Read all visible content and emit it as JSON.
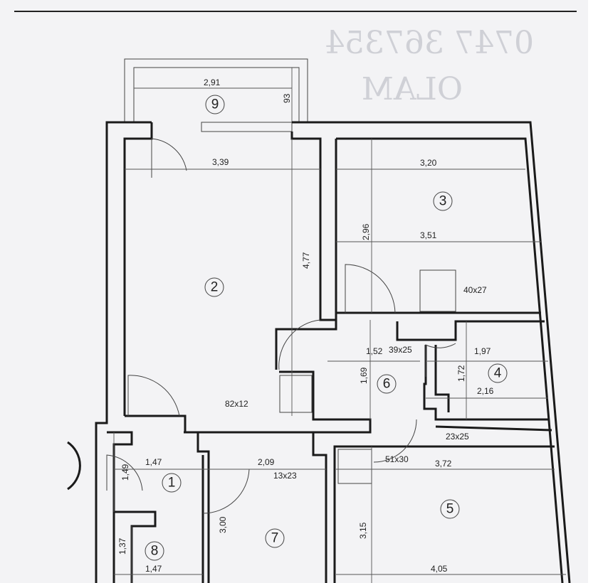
{
  "handwritten_note": {
    "line1": "0747 367354",
    "line2": "OLAM"
  },
  "rooms": [
    "9",
    "3",
    "2",
    "6",
    "4",
    "1",
    "5",
    "7",
    "8"
  ],
  "dimensions": {
    "balcony_width": "2,91",
    "balcony_depth": "93",
    "room2_width": "3,39",
    "room2_length": "4,77",
    "room3_width_top": "3,20",
    "room3_depth": "2,96",
    "room3_width": "3,51",
    "room3_niche": "40x27",
    "room6_width": "1,52",
    "room6_niche": "39x25",
    "room6_depth": "1,69",
    "room4_width_top": "1,97",
    "room4_depth": "1,72",
    "room4_width": "2,16",
    "hall_niche": "82x12",
    "niche_23x25": "23x25",
    "niche_51x30": "51x30",
    "room1_width": "1,47",
    "room7_width": "2,09",
    "room5_width_top": "3,72",
    "room1_depth": "1,49",
    "niche_13x23": "13x23",
    "room7_depth": "3,00",
    "room5_depth": "3,15",
    "room8_depth": "1,37",
    "room8_width": "1,47",
    "room5_width": "4,05"
  }
}
